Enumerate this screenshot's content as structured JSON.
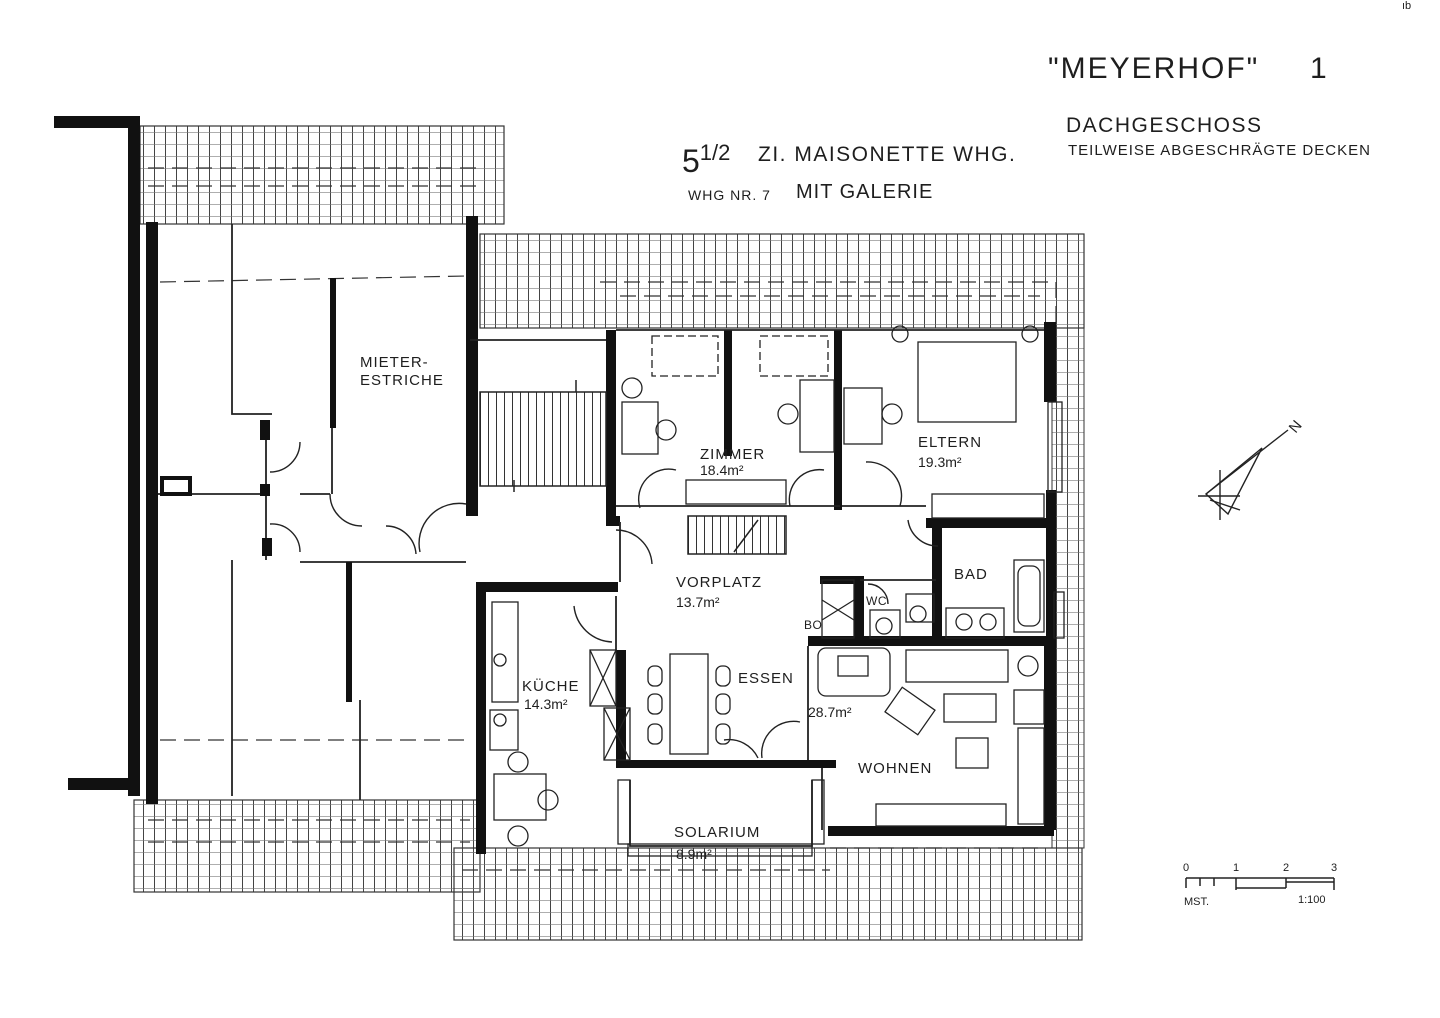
{
  "header": {
    "project": "\"MEYERHOF\"",
    "sheet_number": "1",
    "floor": "DACHGESCHOSS",
    "floor_note": "TEILWEISE ABGESCHRÄGTE DECKEN",
    "apartment_rooms": "5",
    "apartment_rooms_fraction": "1/2",
    "apartment_type": "ZI. MAISONETTE  WHG.",
    "apartment_number": "WHG NR. 7",
    "apartment_extra": "MIT GALERIE"
  },
  "rooms": [
    {
      "id": "mieter",
      "label_line1": "MIETER-",
      "label_line2": "ESTRICHE"
    },
    {
      "id": "zimmer",
      "label": "ZIMMER",
      "area": "18.4m²"
    },
    {
      "id": "eltern",
      "label": "ELTERN",
      "area": "19.3m²"
    },
    {
      "id": "vorplatz",
      "label": "VORPLATZ",
      "area": "13.7m²"
    },
    {
      "id": "bad",
      "label": "BAD"
    },
    {
      "id": "wc",
      "label": "WC"
    },
    {
      "id": "bo",
      "label": "BO"
    },
    {
      "id": "kueche",
      "label": "KÜCHE",
      "area": "14.3m²"
    },
    {
      "id": "essen",
      "label": "ESSEN",
      "area": "28.7m²"
    },
    {
      "id": "wohnen",
      "label": "WOHNEN"
    },
    {
      "id": "solarium",
      "label": "SOLARIUM",
      "area": "8.9m²"
    }
  ],
  "north_arrow": {
    "label": "N"
  },
  "scale_bar": {
    "ticks": [
      "0",
      "1",
      "2",
      "3"
    ],
    "label": "MST.",
    "ratio": "1:100"
  },
  "corner_mark": "ıb",
  "colors": {
    "ink": "#1e1e1e",
    "paper": "#ffffff"
  }
}
